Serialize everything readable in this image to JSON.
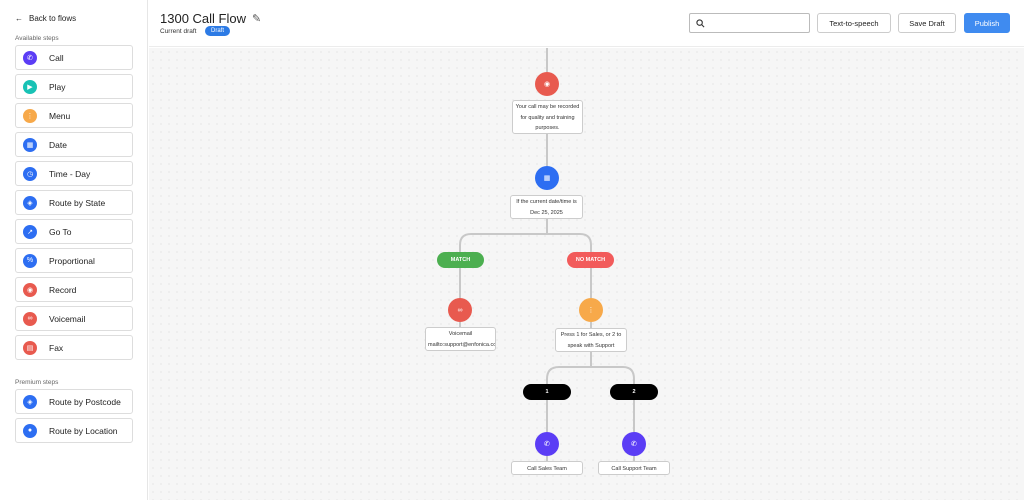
{
  "sidebar": {
    "back_label": "Back to flows",
    "available_label": "Available steps",
    "premium_label": "Premium steps",
    "items": [
      {
        "label": "Call",
        "icon": "phone-icon",
        "color": "#5b3df5",
        "glyph": "✆"
      },
      {
        "label": "Play",
        "icon": "play-icon",
        "color": "#18c2b5",
        "glyph": "▶"
      },
      {
        "label": "Menu",
        "icon": "menu-icon",
        "color": "#f7a94a",
        "glyph": "⋮"
      },
      {
        "label": "Date",
        "icon": "calendar-icon",
        "color": "#2d6ef2",
        "glyph": "▦"
      },
      {
        "label": "Time - Day",
        "icon": "clock-icon",
        "color": "#2d6ef2",
        "glyph": "◷"
      },
      {
        "label": "Route by State",
        "icon": "compass-icon",
        "color": "#2d6ef2",
        "glyph": "◈"
      },
      {
        "label": "Go To",
        "icon": "goto-icon",
        "color": "#2d6ef2",
        "glyph": "↗"
      },
      {
        "label": "Proportional",
        "icon": "percent-icon",
        "color": "#2d6ef2",
        "glyph": "%"
      },
      {
        "label": "Record",
        "icon": "record-icon",
        "color": "#e85a4f",
        "glyph": "◉"
      },
      {
        "label": "Voicemail",
        "icon": "voicemail-icon",
        "color": "#e85a4f",
        "glyph": "∞"
      },
      {
        "label": "Fax",
        "icon": "fax-icon",
        "color": "#e85a4f",
        "glyph": "▤"
      }
    ],
    "premium": [
      {
        "label": "Route by Postcode",
        "icon": "compass-icon",
        "color": "#2d6ef2",
        "glyph": "◈"
      },
      {
        "label": "Route by Location",
        "icon": "location-pin-icon",
        "color": "#2d6ef2",
        "glyph": "●"
      }
    ]
  },
  "header": {
    "title": "1300 Call Flow",
    "subtitle": "Current draft",
    "badge": "Draft",
    "search_placeholder": "",
    "tts_label": "Text-to-speech",
    "save_label": "Save Draft",
    "publish_label": "Publish"
  },
  "flow": {
    "record_text": [
      "Your call may be recorded",
      "for quality and training",
      "purposes."
    ],
    "date_text": [
      "If the current date/time is",
      "Dec 25, 2025"
    ],
    "match_label": "MATCH",
    "nomatch_label": "NO MATCH",
    "voicemail_text": [
      "Voicemail",
      "mailto:support@enfonica.com"
    ],
    "menu_text": [
      "Press 1 for Sales, or 2 to",
      "speak with Support"
    ],
    "option1": "1",
    "option2": "2",
    "call_sales": "Call Sales Team",
    "call_support": "Call Support Team",
    "colors": {
      "record": "#e85a4f",
      "date": "#2d6ef2",
      "match": "#4caf50",
      "nomatch": "#f25b5b",
      "voicemail": "#e85a4f",
      "menu": "#f7a94a",
      "option": "#000000",
      "call": "#5b3df5"
    }
  }
}
